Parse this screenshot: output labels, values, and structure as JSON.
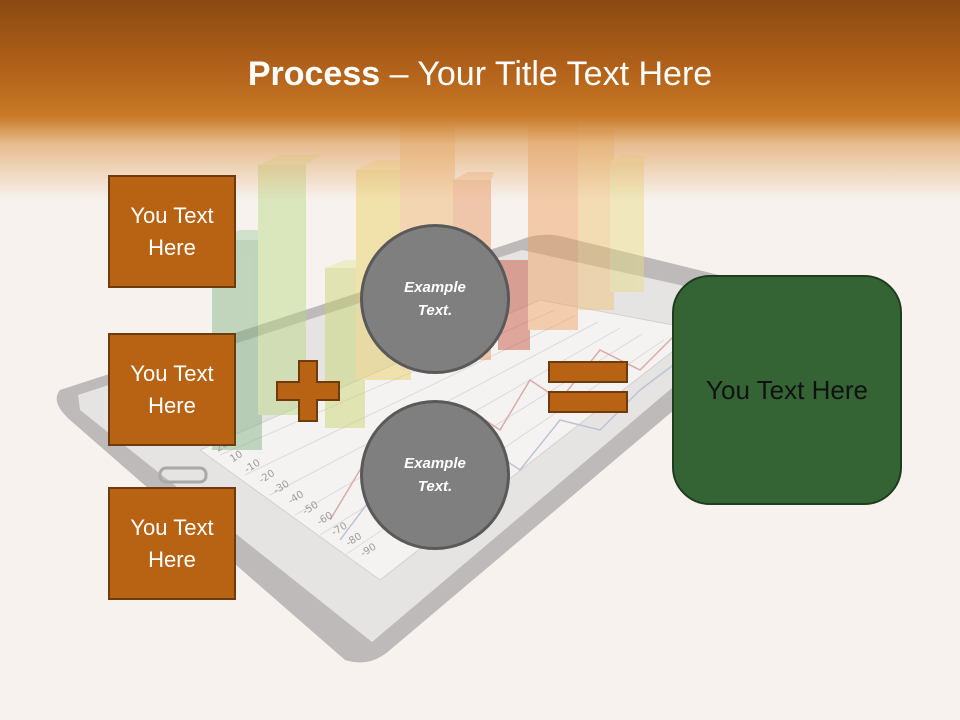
{
  "slide": {
    "title_bold": "Process",
    "title_rest": " – Your Title Text Here",
    "left_boxes": [
      {
        "label": "You Text Here"
      },
      {
        "label": "You Text Here"
      },
      {
        "label": "You Text Here"
      }
    ],
    "circles": [
      {
        "label": "Example Text."
      },
      {
        "label": "Example Text."
      }
    ],
    "result": {
      "label": "You Text Here"
    },
    "background_tick_labels": [
      "20",
      "10",
      "-10",
      "-20",
      "-30",
      "-40",
      "-50",
      "-60",
      "-70",
      "-80",
      "-90"
    ]
  },
  "colors": {
    "header": "#b2621a",
    "box_fill": "#b86314",
    "box_border": "#6e3b0c",
    "circle_fill": "#7f7f7f",
    "circle_border": "#595959",
    "result_fill": "#346434",
    "operator_fill": "#b86314"
  },
  "icons": {
    "plus": "plus-icon",
    "equals": "equals-icon"
  }
}
